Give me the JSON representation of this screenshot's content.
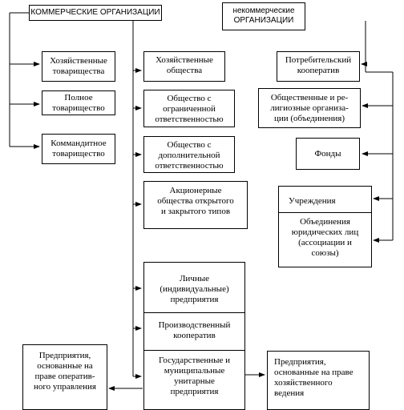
{
  "headers": {
    "commercial": "КОММЕРЧЕСКИЕ ОРГАНИЗАЦИИ",
    "noncommercial": "некоммерческие\nОРГАНИЗАЦИИ"
  },
  "left_column": [
    "Хозяйственные\nтоварищества",
    "Полное\nтоварищество",
    "Коммандитное\nтоварищество"
  ],
  "middle_column": [
    "Хозяйственные\nобщества",
    "Общество с\nограниченной\nответственностью",
    "Общество с\nдополнительной\nответственностью",
    "Акционерные\nобщества открытого\nи закрытого типов"
  ],
  "enterprises": {
    "personal": "Личные\n(индивидуальные)\nпредприятия",
    "production": "Производственный\nкооператив",
    "state_municipal": "Государственные и\nмуниципальные\nунитарные\nпредприятия",
    "operational_management": "Предприятия,\nоснованные на\nправе оператив-\nного управления",
    "economic_management": "Предприятия,\nоснованные на праве\nхозяйственного\nведения"
  },
  "right_column": [
    "Потребительский\nкооператив",
    "Общественные и ре-\nлигиозные организа-\nции (объединения)",
    "Фонды"
  ],
  "institutions": {
    "institutions": "Учреждения",
    "associations": "Объединения\nюридических лиц\n(ассоциации и\nсоюзы)"
  }
}
